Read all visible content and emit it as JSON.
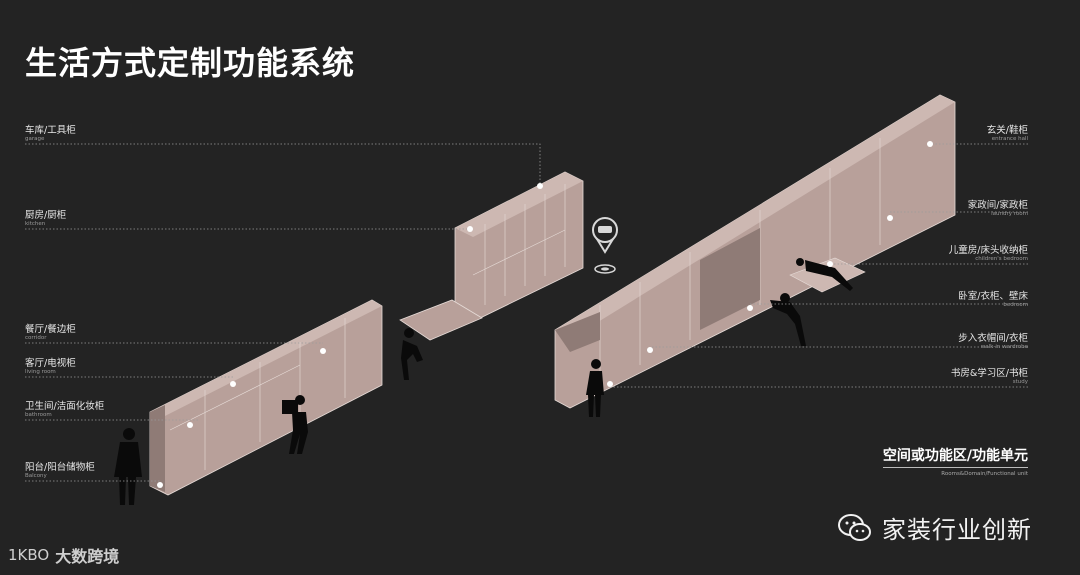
{
  "title": "生活方式定制功能系统",
  "left_labels": [
    {
      "zh": "车库/工具柜",
      "en": "garage"
    },
    {
      "zh": "厨房/厨柜",
      "en": "kitchen"
    },
    {
      "zh": "餐厅/餐边柜",
      "en": "corridor"
    },
    {
      "zh": "客厅/电视柜",
      "en": "living room"
    },
    {
      "zh": "卫生间/洁面化妆柜",
      "en": "bathroom"
    },
    {
      "zh": "阳台/阳台储物柜",
      "en": "Balcony"
    }
  ],
  "right_labels": [
    {
      "zh": "玄关/鞋柜",
      "en": "entrance hall"
    },
    {
      "zh": "家政间/家政柜",
      "en": "laundry room"
    },
    {
      "zh": "儿童房/床头收纳柜",
      "en": "children's bedroom"
    },
    {
      "zh": "卧室/衣柜、壁床",
      "en": "bedroom"
    },
    {
      "zh": "步入衣帽间/衣柜",
      "en": "walk-in wardrobe"
    },
    {
      "zh": "书房&学习区/书柜",
      "en": "study"
    }
  ],
  "legend": {
    "zh": "空间或功能区/功能单元",
    "en": "Rooms&Domain/Functional unit"
  },
  "watermark": {
    "text": "家装行业创新",
    "icon": "wechat-icon"
  },
  "brand": {
    "mark": "1KBO",
    "text": "大数跨境"
  },
  "colors": {
    "background": "#232323",
    "cabinet": "#b8a09a",
    "cabinet_dark": "#8f7b76",
    "figure": "#0a0a0a"
  }
}
